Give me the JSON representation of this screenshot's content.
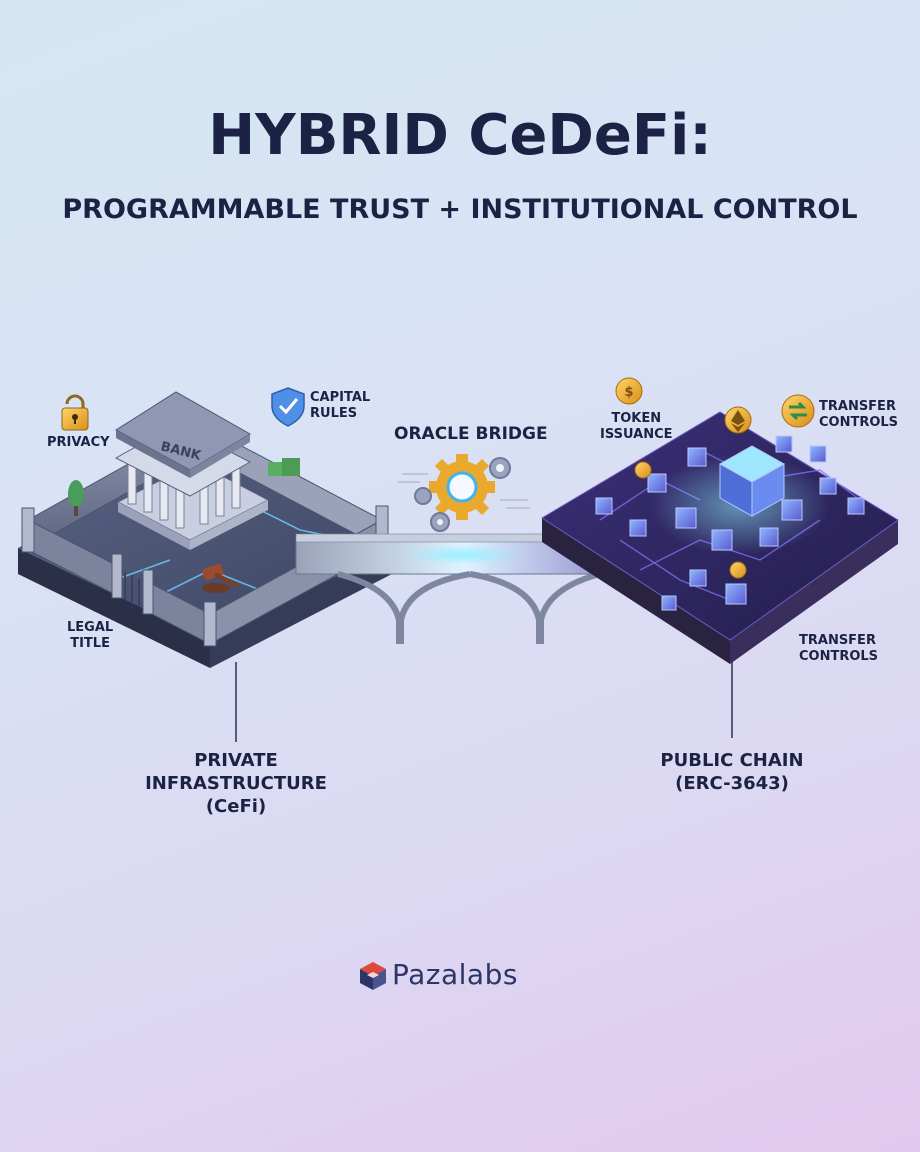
{
  "header": {
    "title": "HYBRID CeDeFi:",
    "subtitle": "PROGRAMMABLE TRUST + INSTITUTIONAL CONTROL"
  },
  "left": {
    "bank_sign": "BANK",
    "privacy": "PRIVACY",
    "capital_rules": [
      "CAPITAL",
      "RULES"
    ],
    "legal_title": [
      "LEGAL",
      "TITLE"
    ],
    "caption": [
      "PRIVATE",
      "INFRASTRUCTURE",
      "(CeFi)"
    ]
  },
  "bridge": {
    "label": "ORACLE BRIDGE"
  },
  "right": {
    "token_issuance": [
      "TOKEN",
      "ISSUANCE"
    ],
    "transfer_controls_top": [
      "TRANSFER",
      "CONTROLS"
    ],
    "transfer_controls_bottom": [
      "TRANSFER",
      "CONTROLS"
    ],
    "caption": [
      "PUBLIC CHAIN",
      "(ERC-3643)"
    ]
  },
  "brand": {
    "name": "Pazalabs"
  },
  "icons": [
    "lock-icon",
    "shield-check-icon",
    "gear-icon",
    "coin-icon",
    "ethereum-icon",
    "transfer-icon",
    "gavel-icon",
    "logo-cube-icon"
  ],
  "colors": {
    "title": "#1b2244",
    "accent_blue": "#3fb4f0",
    "accent_gold": "#e9a72b",
    "chain_purple": "#5a3fb0",
    "platform_dark": "#2f3550"
  }
}
